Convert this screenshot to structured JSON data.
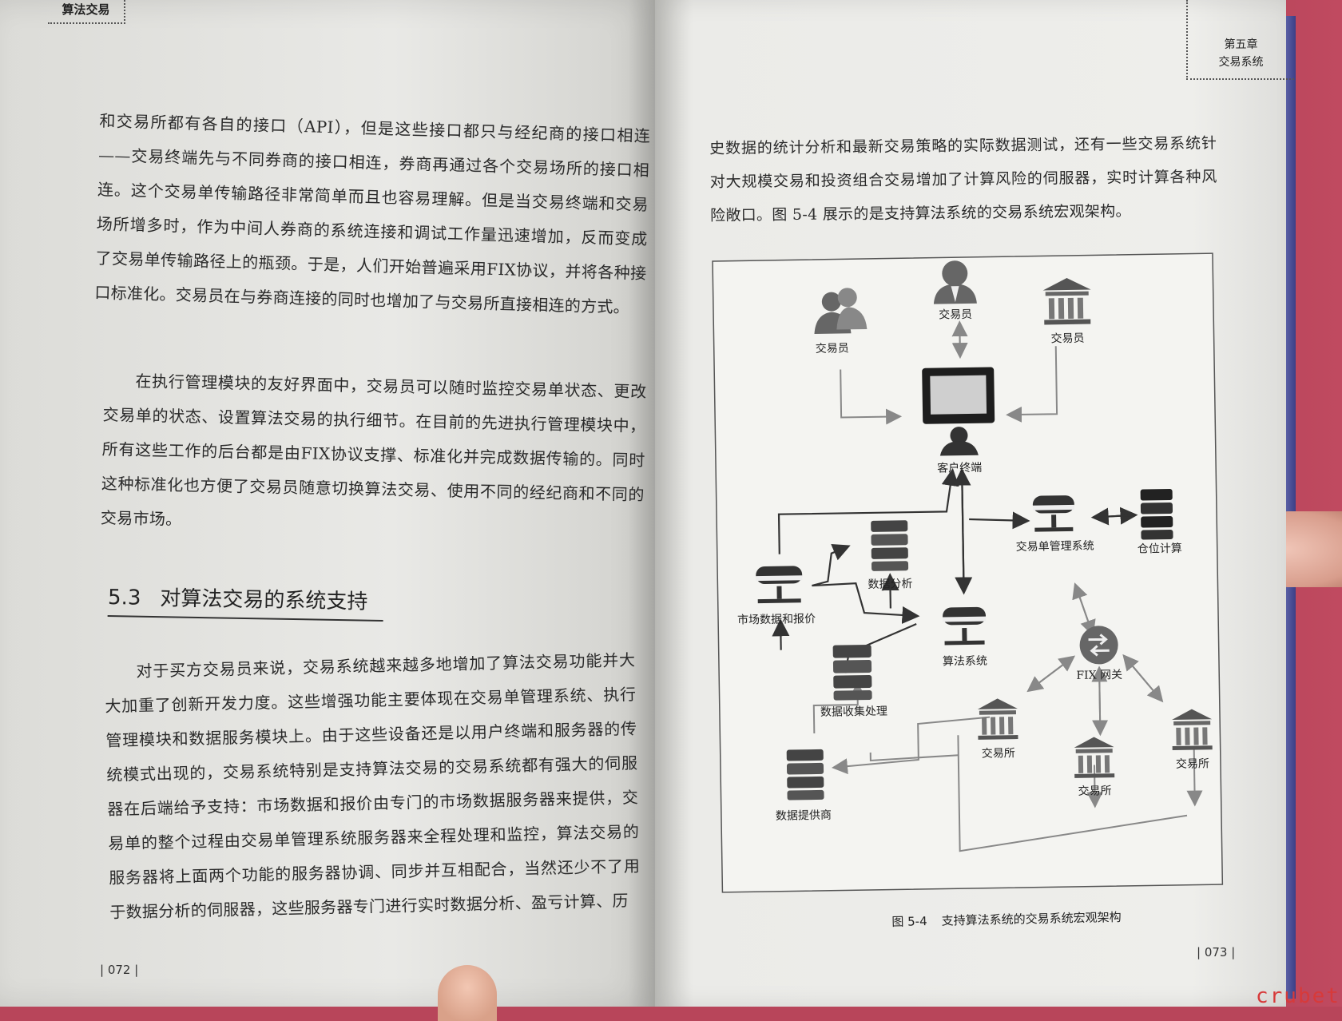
{
  "book": {
    "left_header": "算法交易",
    "right_header": {
      "chapter": "第五章",
      "topic": "交易系统"
    }
  },
  "left_page": {
    "paragraph1": "和交易所都有各自的接口（API），但是这些接口都只与经纪商的接口相连——交易终端先与不同券商的接口相连，券商再通过各个交易场所的接口相连。这个交易单传输路径非常简单而且也容易理解。但是当交易终端和交易场所增多时，作为中间人券商的系统连接和调试工作量迅速增加，反而变成了交易单传输路径上的瓶颈。于是，人们开始普遍采用FIX协议，并将各种接口标准化。交易员在与券商连接的同时也增加了与交易所直接相连的方式。",
    "paragraph2": "在执行管理模块的友好界面中，交易员可以随时监控交易单状态、更改交易单的状态、设置算法交易的执行细节。在目前的先进执行管理模块中，所有这些工作的后台都是由FIX协议支撑、标准化并完成数据传输的。同时这种标准化也方便了交易员随意切换算法交易、使用不同的经纪商和不同的交易市场。",
    "section": {
      "number": "5.3",
      "title": "对算法交易的系统支持"
    },
    "paragraph3": "对于买方交易员来说，交易系统越来越多地增加了算法交易功能并大大加重了创新开发力度。这些增强功能主要体现在交易单管理系统、执行管理模块和数据服务模块上。由于这些设备还是以用户终端和服务器的传统模式出现的，交易系统特别是支持算法交易的交易系统都有强大的伺服器在后端给予支持：市场数据和报价由专门的市场数据服务器来提供，交易单的整个过程由交易单管理系统服务器来全程处理和监控，算法交易的服务器将上面两个功能的服务器协调、同步并互相配合，当然还少不了用于数据分析的伺服器，这些服务器专门进行实时数据分析、盈亏计算、历",
    "page_number": "| 072 |"
  },
  "right_page": {
    "paragraph": "史数据的统计分析和最新交易策略的实际数据测试，还有一些交易系统针对大规模交易和投资组合交易增加了计算风险的伺服器，实时计算各种风险敞口。图 5-4 展示的是支持算法系统的交易系统宏观架构。",
    "page_number": "| 073 |"
  },
  "figure": {
    "number": "图 5-4",
    "caption": "支持算法系统的交易系统宏观架构",
    "nodes": {
      "trader_left": "交易员",
      "trader_top": "交易员",
      "trader_right": "交易员",
      "client_terminal": "客户终端",
      "data_analysis": "数据分析",
      "order_management": "交易单管理系统",
      "position_calc": "仓位计算",
      "market_data": "市场数据和报价",
      "algo_system": "算法系统",
      "fix_gateway": "FIX 网关",
      "data_collection": "数据收集处理",
      "exchange_a": "交易所",
      "exchange_b": "交易所",
      "exchange_c": "交易所",
      "data_provider": "数据提供商"
    }
  },
  "watermark": "crubet"
}
